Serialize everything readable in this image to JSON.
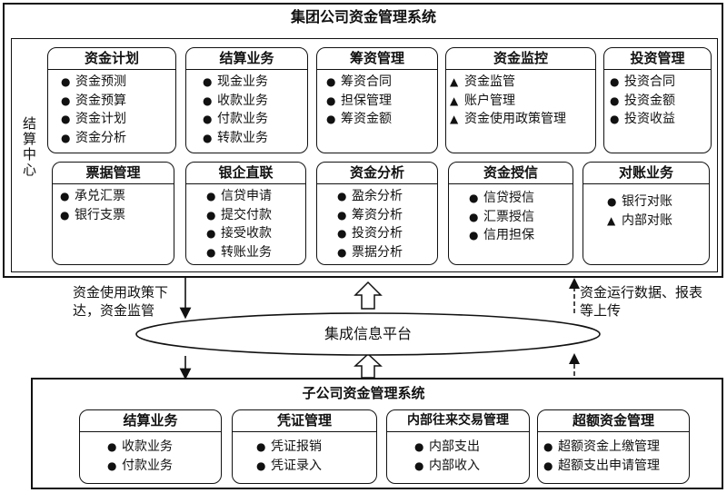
{
  "group_title": "集团公司资金管理系统",
  "settlement_center": "结算中心",
  "platform": "集成信息平台",
  "left_label": [
    "资金使用政策下",
    "达，资金监管"
  ],
  "right_label": [
    "资金运行数据、报表",
    "等上传"
  ],
  "sub_title": "子公司资金管理系统",
  "group_modules": [
    {
      "title": "资金计划",
      "marker": "●",
      "items": [
        "资金预测",
        "资金预算",
        "资金计划",
        "资金分析"
      ]
    },
    {
      "title": "结算业务",
      "marker": "●",
      "items": [
        "现金业务",
        "收款业务",
        "付款业务",
        "转款业务"
      ]
    },
    {
      "title": "筹资管理",
      "marker": "●",
      "items": [
        "筹资合同",
        "担保管理",
        "筹资金额"
      ]
    },
    {
      "title": "资金监控",
      "marker": "▲",
      "items": [
        "资金监管",
        "账户管理",
        "资金使用政策管理"
      ]
    },
    {
      "title": "投资管理",
      "marker": "●",
      "items": [
        "投资合同",
        "投资金额",
        "投资收益"
      ]
    },
    {
      "title": "票据管理",
      "marker": "●",
      "items": [
        "承兑汇票",
        "银行支票"
      ]
    },
    {
      "title": "银企直联",
      "marker": "●",
      "items": [
        "信贷申请",
        "提交付款",
        "接受收款",
        "转账业务"
      ]
    },
    {
      "title": "资金分析",
      "marker": "●",
      "items": [
        "盈余分析",
        "筹资分析",
        "投资分析",
        "票据分析"
      ]
    },
    {
      "title": "资金授信",
      "marker": "●",
      "items": [
        "信贷授信",
        "汇票授信",
        "信用担保"
      ]
    },
    {
      "title": "对账业务",
      "markers": [
        "●",
        "▲"
      ],
      "items": [
        "银行对账",
        "内部对账"
      ]
    }
  ],
  "sub_modules": [
    {
      "title": "结算业务",
      "marker": "●",
      "items": [
        "收款业务",
        "付款业务"
      ]
    },
    {
      "title": "凭证管理",
      "marker": "●",
      "items": [
        "凭证报销",
        "凭证录入"
      ]
    },
    {
      "title": "内部往来交易管理",
      "marker": "●",
      "items": [
        "内部支出",
        "内部收入"
      ]
    },
    {
      "title": "超额资金管理",
      "marker": "●",
      "items": [
        "超额资金上缴管理",
        "超额支出申请管理"
      ]
    }
  ]
}
